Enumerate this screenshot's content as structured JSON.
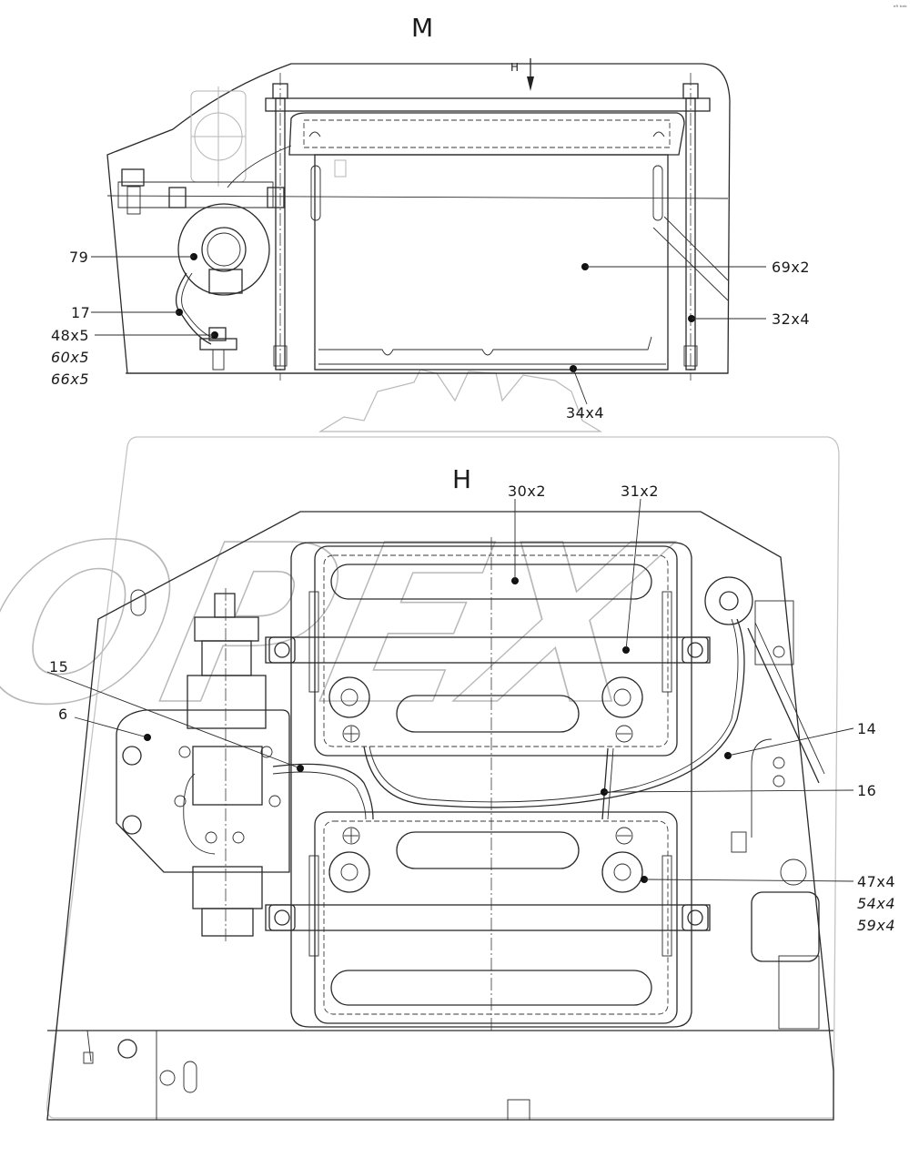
{
  "corner_mark": "ᵉᴿ ᵇᵉᵇ",
  "view_titles": {
    "top_view": "M",
    "bottom_view": "H",
    "arrow_label": "H"
  },
  "watermark": {
    "text": "OPEX"
  },
  "callouts": {
    "top": [
      {
        "id": "c79",
        "label": "79"
      },
      {
        "id": "c17",
        "label": "17"
      },
      {
        "id": "c48",
        "label": "48x5",
        "extra": [
          "60x5",
          "66x5"
        ]
      },
      {
        "id": "c69",
        "label": "69x2"
      },
      {
        "id": "c32",
        "label": "32x4"
      },
      {
        "id": "c34",
        "label": "34x4"
      }
    ],
    "bottom": [
      {
        "id": "c30",
        "label": "30x2"
      },
      {
        "id": "c31",
        "label": "31x2"
      },
      {
        "id": "c15",
        "label": "15"
      },
      {
        "id": "c6",
        "label": "6"
      },
      {
        "id": "c14",
        "label": "14"
      },
      {
        "id": "c16",
        "label": "16"
      },
      {
        "id": "c47",
        "label": "47x4",
        "extra": [
          "54x4",
          "59x4"
        ]
      }
    ]
  }
}
